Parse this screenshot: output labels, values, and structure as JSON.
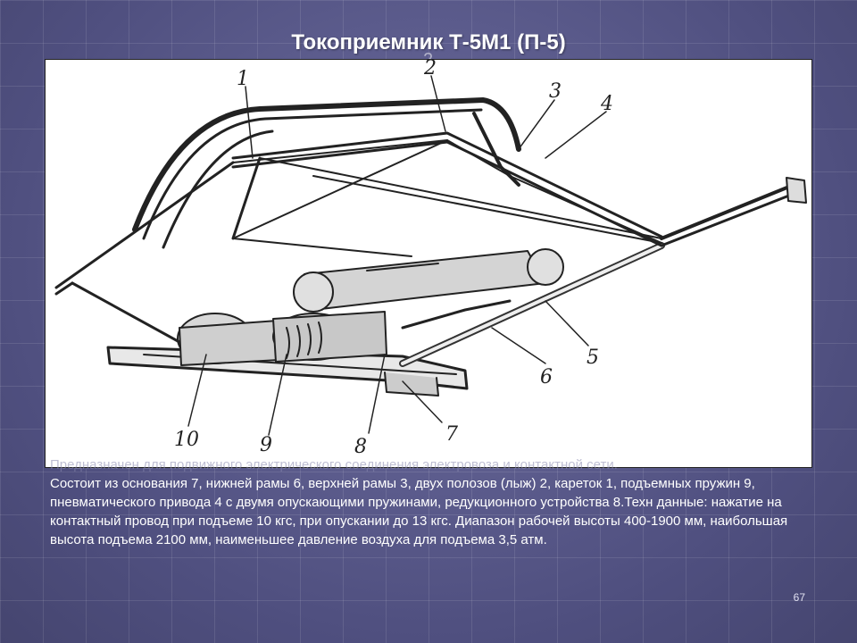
{
  "slide": {
    "title": "Токоприемник Т-5М1 (П-5)",
    "stray_label": "2",
    "purpose_text": "Предназначен для подвижного электрического соединения электровоза и контактной сети.",
    "description": "Состоит из основания 7, нижней рамы 6, верхней рамы 3, двух полозов (лыж) 2, кареток 1, подъемных пружин 9, пневматического привода 4 с двумя опускающими пружинами, редукционного устройства 8.Техн данные: нажатие на контактный провод при подъеме 10 кгс, при опускании до 13 кгс. Диапазон рабочей высоты 400-1900 мм, наибольшая высота подъема 2100 мм, наименьшее давление воздуха для подъема 3,5 атм.",
    "page_number": "67"
  },
  "figure": {
    "callouts": [
      "1",
      "2",
      "3",
      "4",
      "5",
      "6",
      "7",
      "8",
      "9",
      "10"
    ]
  }
}
